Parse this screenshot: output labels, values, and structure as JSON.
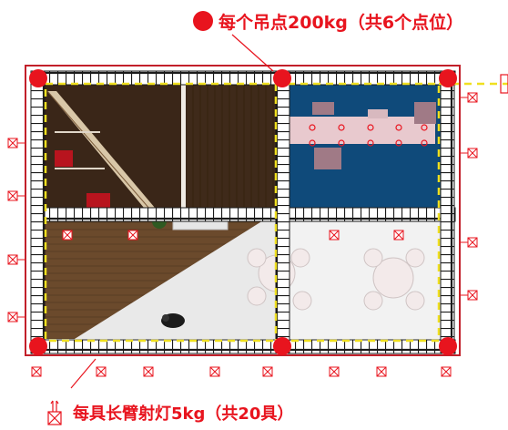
{
  "hanging_points_label": "每个吊点200kg（共6个点位）",
  "lamps_label": "每具长臂射灯5kg（共20具）",
  "colors": {
    "accent": "#e8141e",
    "truss": "#1a1a1a",
    "dashed_line": "#f0e020",
    "wood_floor": "#6b4a2c",
    "dark_room": "#3a2618",
    "blue_carpet": "#0f4a7a",
    "light_floor": "#ececec"
  },
  "icons": {
    "hanging_point": "red-circle",
    "spotlight": "boxed-x-spotlight"
  },
  "hanging_points_count": 6,
  "spotlights_count": 20
}
